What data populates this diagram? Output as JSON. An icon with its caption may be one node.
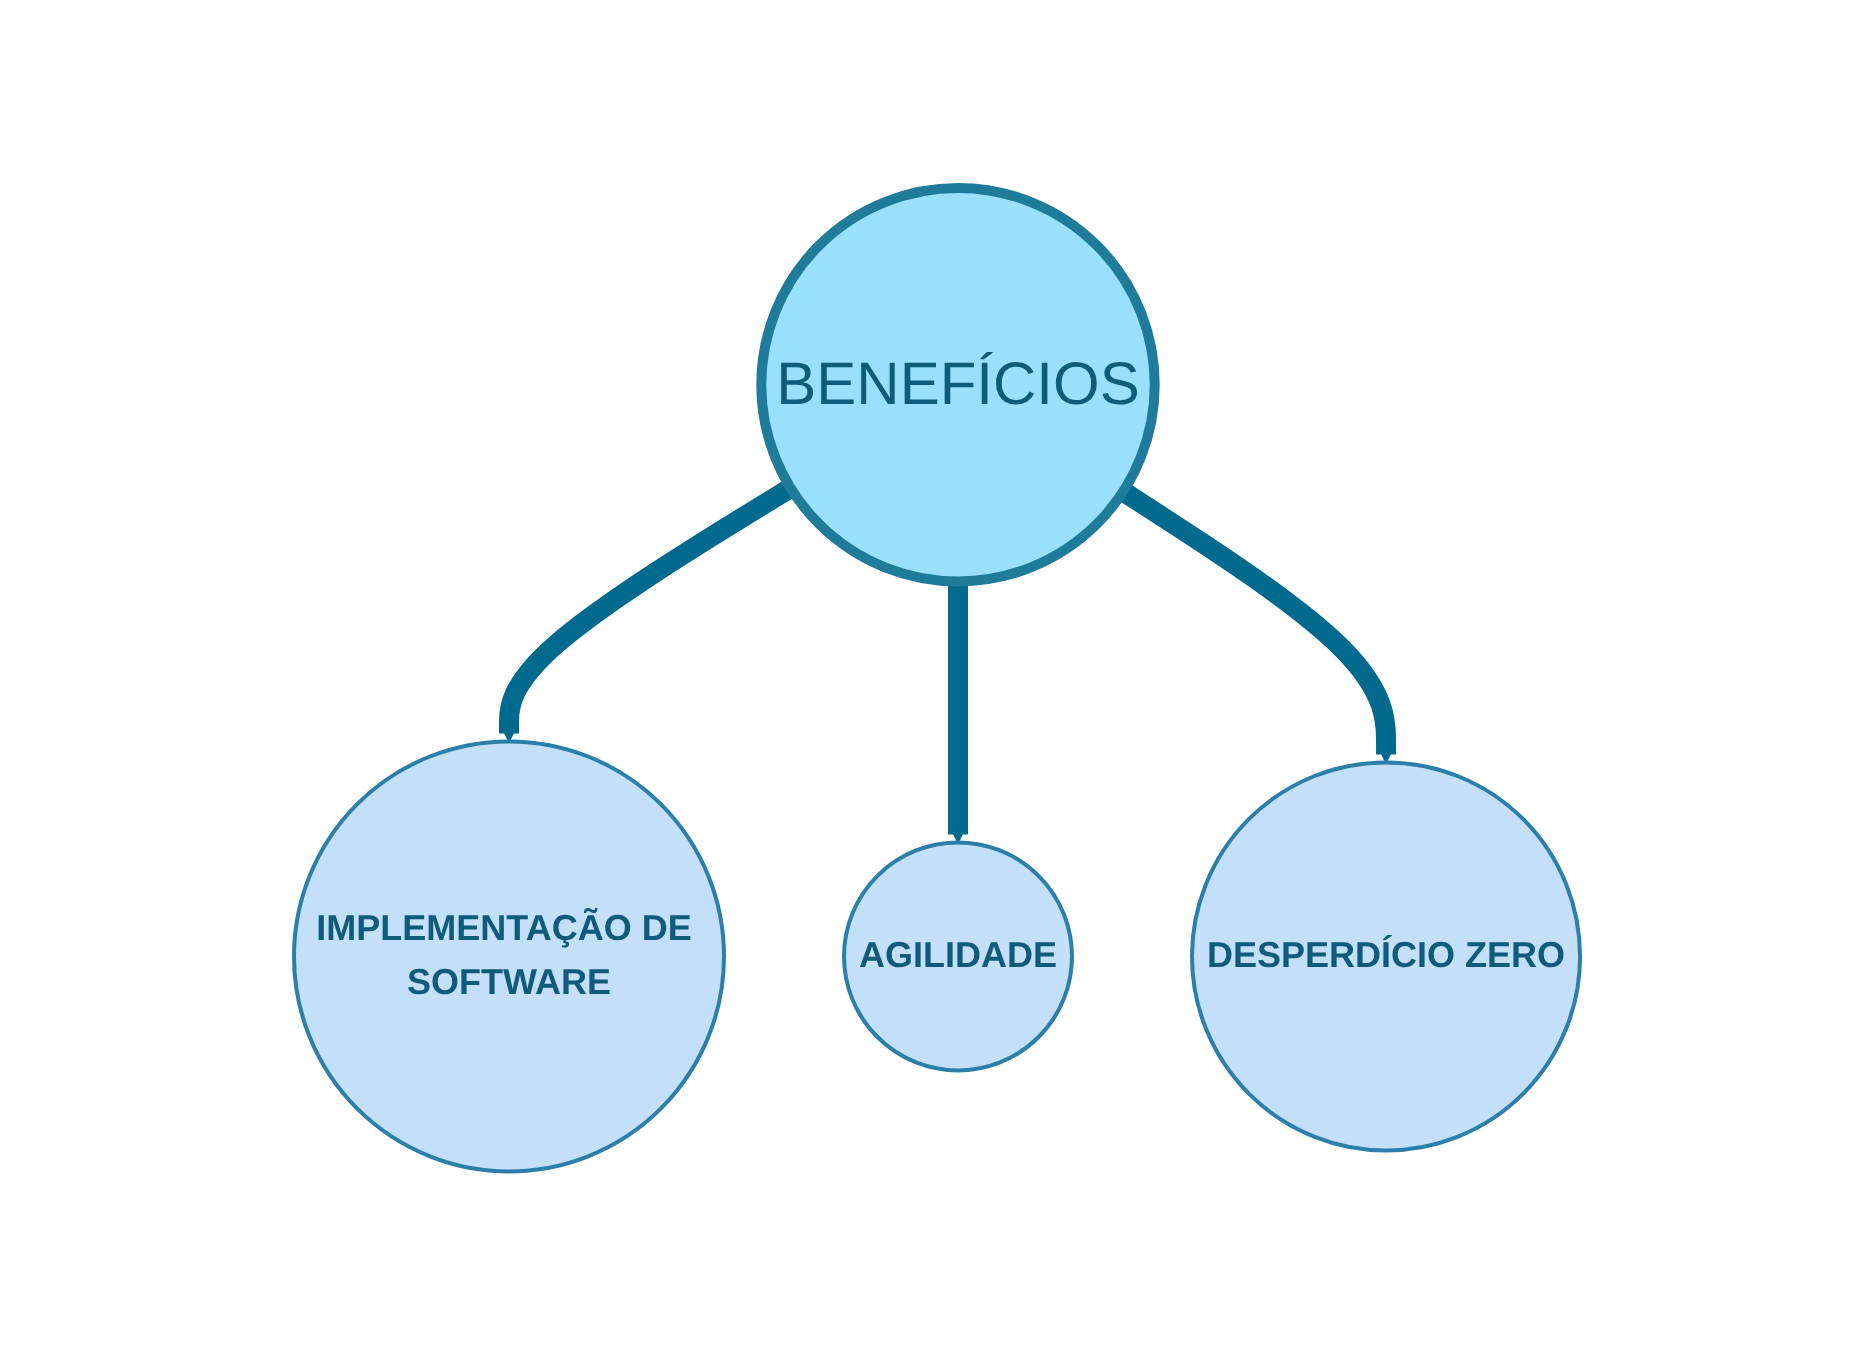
{
  "diagram": {
    "nodes": [
      {
        "text": [
          "BENEFÍCIOS"
        ]
      },
      {
        "text": [
          "IMPLEMENTAÇÃO DE SOFTWARE"
        ]
      },
      {
        "text": [
          "AGILIDADE"
        ]
      },
      {
        "text": [
          "DESPERDÍCIO ZERO"
        ]
      }
    ],
    "edges": [
      {
        "from": 0,
        "to": 1,
        "arrow": "to"
      },
      {
        "from": 0,
        "to": 2,
        "arrow": "to"
      },
      {
        "from": 0,
        "to": 3,
        "arrow": "to"
      }
    ]
  }
}
